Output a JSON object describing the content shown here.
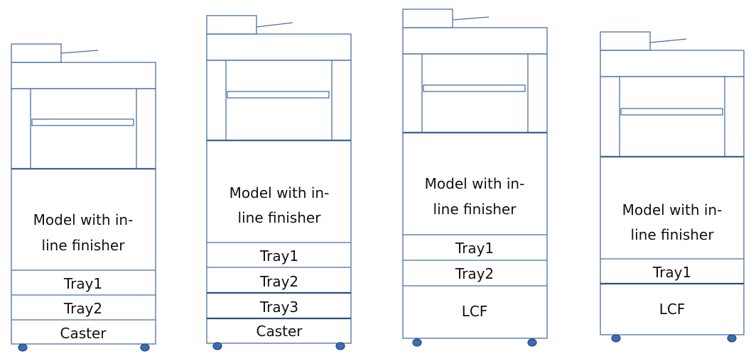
{
  "diagram": {
    "machines": [
      {
        "id": "machine-1",
        "label_lines": [
          "Model with in-",
          "line finisher"
        ],
        "sections": [
          "Tray1",
          "Tray2",
          "Caster"
        ]
      },
      {
        "id": "machine-2",
        "label_lines": [
          "Model with in-",
          "line finisher"
        ],
        "sections": [
          "Tray1",
          "Tray2",
          "Tray3",
          "Caster"
        ]
      },
      {
        "id": "machine-3",
        "label_lines": [
          "Model with in-",
          "line finisher"
        ],
        "sections": [
          "Tray1",
          "Tray2",
          "LCF"
        ]
      },
      {
        "id": "machine-4",
        "label_lines": [
          "Model with in-",
          "line finisher"
        ],
        "sections": [
          "Tray1",
          "LCF"
        ]
      }
    ],
    "colors": {
      "outline": "#4a6fa5",
      "thick_divider": "#2c4d7f",
      "caster": "#3b6db5",
      "caster_outline": "#24487d",
      "text": "#111111"
    }
  }
}
